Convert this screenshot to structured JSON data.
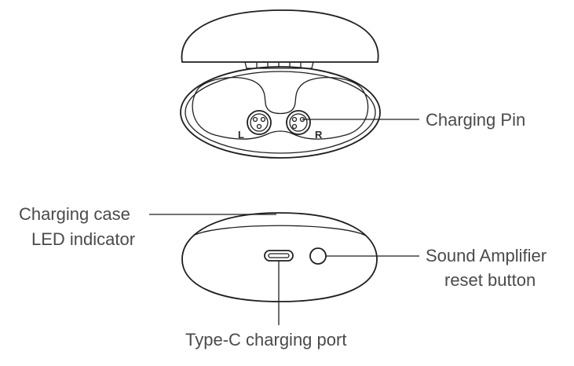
{
  "labels": {
    "charging_pin": "Charging Pin",
    "led_line1": "Charging case",
    "led_line2": "LED indicator",
    "reset_line1": "Sound Amplifier",
    "reset_line2": "reset button",
    "type_c": "Type-C charging port"
  },
  "case_marks": {
    "left": "L",
    "right": "R"
  }
}
